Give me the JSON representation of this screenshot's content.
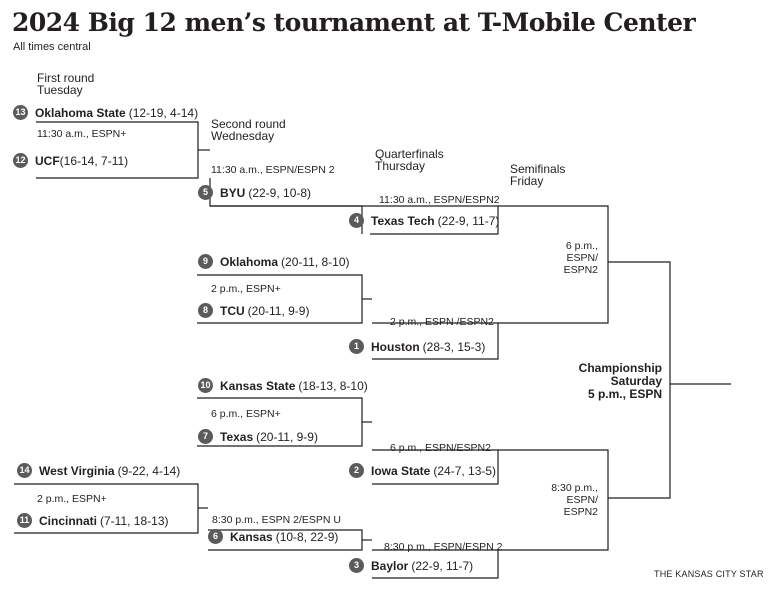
{
  "header": {
    "title": "2024 Big 12 men’s tournament at T-Mobile Center",
    "subtitle": "All times central"
  },
  "rounds": {
    "first": {
      "name": "First round",
      "day": "Tuesday"
    },
    "second": {
      "name": "Second round",
      "day": "Wednesday"
    },
    "quarters": {
      "name": "Quarterfinals",
      "day": "Thursday"
    },
    "semis": {
      "name": "Semifinals",
      "day": "Friday"
    }
  },
  "teams": {
    "oklahoma_state": {
      "seed": "13",
      "name": "Oklahoma State",
      "record": "(12-19, 4-14)"
    },
    "ucf": {
      "seed": "12",
      "name": "UCF",
      "record": "(16-14, 7-11)"
    },
    "byu": {
      "seed": "5",
      "name": "BYU",
      "record": "(22-9, 10-8)"
    },
    "texas_tech": {
      "seed": "4",
      "name": "Texas Tech",
      "record": "(22-9, 11-7)"
    },
    "oklahoma": {
      "seed": "9",
      "name": "Oklahoma",
      "record": "(20-11, 8-10)"
    },
    "tcu": {
      "seed": "8",
      "name": "TCU",
      "record": "(20-11, 9-9)"
    },
    "houston": {
      "seed": "1",
      "name": "Houston",
      "record": "(28-3, 15-3)"
    },
    "kansas_state": {
      "seed": "10",
      "name": "Kansas State",
      "record": "(18-13, 8-10)"
    },
    "texas": {
      "seed": "7",
      "name": "Texas",
      "record": "(20-11, 9-9)"
    },
    "iowa_state": {
      "seed": "2",
      "name": "Iowa State",
      "record": "(24-7, 13-5)"
    },
    "west_virginia": {
      "seed": "14",
      "name": "West Virginia",
      "record": "(9-22, 4-14)"
    },
    "cincinnati": {
      "seed": "11",
      "name": "Cincinnati",
      "record": "(7-11, 18-13)"
    },
    "kansas": {
      "seed": "6",
      "name": "Kansas",
      "record": "(10-8, 22-9)"
    },
    "baylor": {
      "seed": "3",
      "name": "Baylor",
      "record": "(22-9, 11-7)"
    }
  },
  "games": {
    "r1_top": "11:30 a.m., ESPN+",
    "r2_top": "11:30 a.m., ESPN/ESPN 2",
    "qf_1": "11:30 a.m., ESPN/ESPN2",
    "r2_mid": "2 p.m., ESPN+",
    "qf_2": "2 p.m., ESPN /ESPN2",
    "sf_top": [
      "6 p.m.,",
      "ESPN/",
      "ESPN2"
    ],
    "r2_ks": "6 p.m., ESPN+",
    "qf_3": "6 p.m., ESPN/ESPN2",
    "r1_bottom": "2 p.m., ESPN+",
    "r2_bottom": "8:30 p.m., ESPN 2/ESPN U",
    "qf_4": "8:30 p.m., ESPN/ESPN 2",
    "sf_bottom": [
      "8:30 p.m.,",
      "ESPN/",
      "ESPN2"
    ]
  },
  "championship": {
    "label": "Championship",
    "day": "Saturday",
    "time": "5 p.m., ESPN"
  },
  "credit": "THE KANSAS CITY STAR"
}
